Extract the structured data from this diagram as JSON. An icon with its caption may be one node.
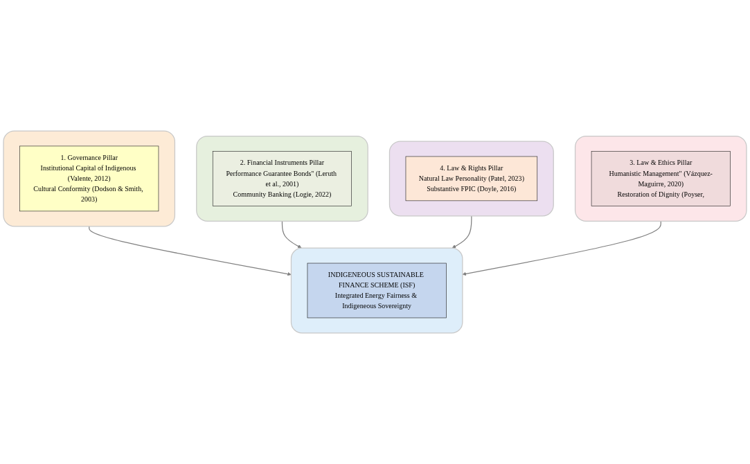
{
  "diagram": {
    "nodes": [
      {
        "text": [],
        "shape": "box"
      },
      {
        "text": [
          "1. Governance Pillar",
          "Institutional Capital of Indigenous (Valente, 2012)",
          "Cultural Conformity (Dodson & Smith, 2003)"
        ],
        "in": 0
      },
      {
        "text": [],
        "shape": "box"
      },
      {
        "text": [
          "2. Financial Instruments Pillar",
          "Performance Guarantee Bonds\" (Leruth et al., 2001)",
          "Community Banking (Logie, 2022)"
        ],
        "in": 2
      },
      {
        "text": [],
        "shape": "box"
      },
      {
        "text": [
          "INDIGENEOUS SUSTAINABLE FINANCE SCHEME (ISF)",
          "Integrated Energy Fairness & Indigeneous Sovereignty"
        ],
        "in": 4
      },
      {
        "text": [],
        "shape": "box"
      },
      {
        "text": [
          "4. Law & Rights Pillar",
          "Natural Law Personality (Patel, 2023)",
          "Substantive FPIC (Doyle, 2016)"
        ],
        "in": 6
      },
      {
        "text": [],
        "shape": "box"
      },
      {
        "text": [
          "3. Law & Ethics Pillar",
          "Humanistic Management\" (Vázquez-Maguirre, 2020)",
          "Restoration of Dignity (Poyser,"
        ],
        "in": 8
      }
    ],
    "edges": [
      {
        "from": 0,
        "to": 4,
        "arrow": "to"
      },
      {
        "from": 2,
        "to": 4,
        "arrow": "to"
      },
      {
        "from": 6,
        "to": 4,
        "arrow": "to"
      },
      {
        "from": 8,
        "to": 4,
        "arrow": "to"
      }
    ]
  }
}
